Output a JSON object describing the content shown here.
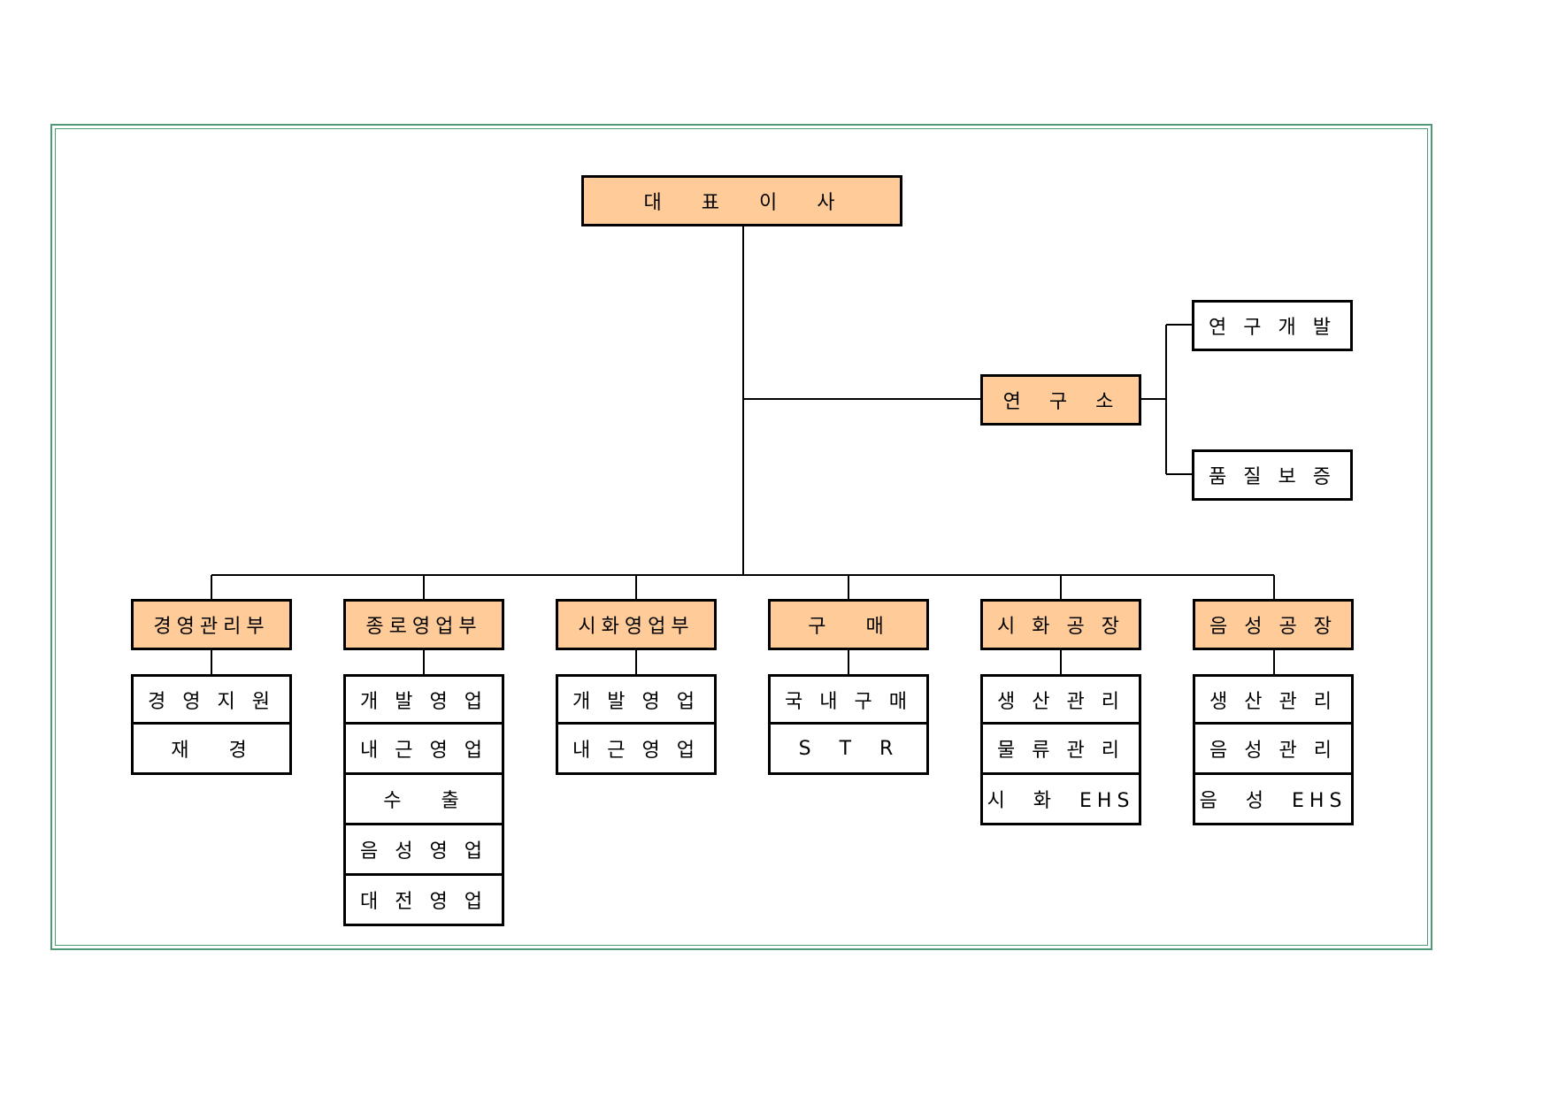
{
  "colors": {
    "frame": "#4f9a76",
    "dept_fill": "#ffcc99",
    "line": "#000000"
  },
  "chart": {
    "ceo": "대   표   이   사",
    "lab": {
      "name": "연  구  소",
      "teams": [
        "연 구 개 발",
        "품 질 보 증"
      ]
    },
    "departments": [
      {
        "name": "경영관리부",
        "teams": [
          "경 영 지 원",
          "재   경"
        ]
      },
      {
        "name": "종로영업부",
        "teams": [
          "개 발 영 업",
          "내 근 영 업",
          "수   출",
          "음 성 영 업",
          "대 전 영 업"
        ]
      },
      {
        "name": "시화영업부",
        "teams": [
          "개 발 영 업",
          "내 근 영 업"
        ]
      },
      {
        "name": "구   매",
        "teams": [
          "국 내 구 매",
          "S  T  R"
        ]
      },
      {
        "name": "시 화 공 장",
        "teams": [
          "생 산 관 리",
          "물 류 관 리",
          "시  화  EHS"
        ]
      },
      {
        "name": "음 성 공 장",
        "teams": [
          "생 산 관 리",
          "음 성 관 리",
          "음  성  EHS"
        ]
      }
    ]
  }
}
